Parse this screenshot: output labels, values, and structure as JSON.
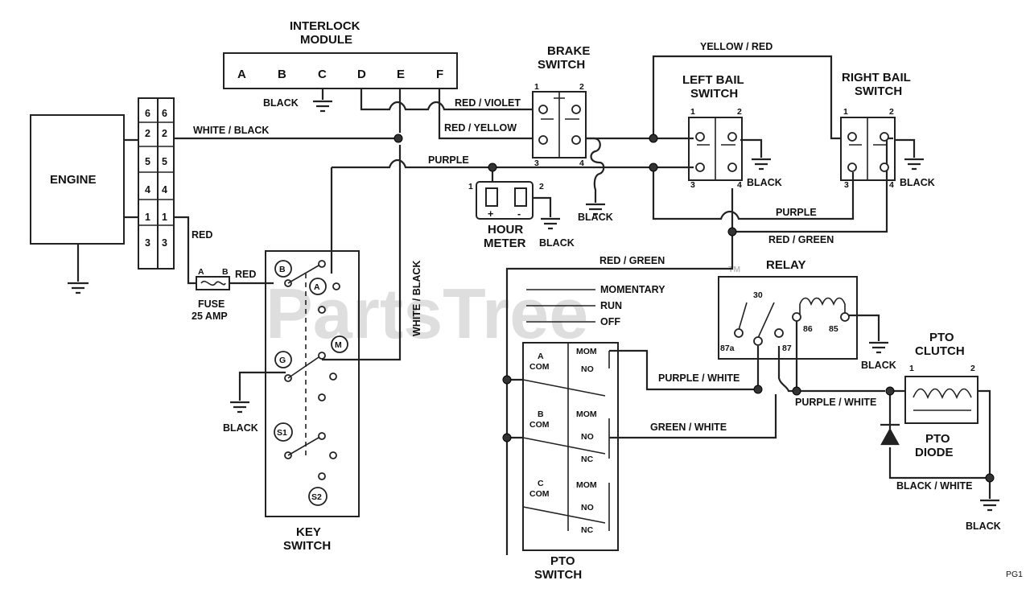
{
  "watermark": "PartsTree",
  "watermark_tm": "TM",
  "page_code": "PG1",
  "components": {
    "engine": "ENGINE",
    "interlock_line1": "INTERLOCK",
    "interlock_line2": "MODULE",
    "brake_line1": "BRAKE",
    "brake_line2": "SWITCH",
    "left_bail_line1": "LEFT BAIL",
    "left_bail_line2": "SWITCH",
    "right_bail_line1": "RIGHT BAIL",
    "right_bail_line2": "SWITCH",
    "hour_line1": "HOUR",
    "hour_line2": "METER",
    "fuse_line1": "FUSE",
    "fuse_line2": "25 AMP",
    "key_line1": "KEY",
    "key_line2": "SWITCH",
    "relay": "RELAY",
    "pto_switch_line1": "PTO",
    "pto_switch_line2": "SWITCH",
    "pto_clutch_line1": "PTO",
    "pto_clutch_line2": "CLUTCH",
    "pto_diode_line1": "PTO",
    "pto_diode_line2": "DIODE"
  },
  "interlock_terminals": [
    "A",
    "B",
    "C",
    "D",
    "E",
    "F"
  ],
  "connector_left": [
    "6",
    "2",
    "5",
    "4",
    "1",
    "3"
  ],
  "connector_right": [
    "6",
    "2",
    "5",
    "4",
    "1",
    "3"
  ],
  "wires": {
    "yellow_red": "YELLOW / RED",
    "red_violet": "RED / VIOLET",
    "red_yellow": "RED / YELLOW",
    "white_black": "WHITE / BLACK",
    "white_black_v": "WHITE / BLACK",
    "purple_top": "PURPLE",
    "purple_right": "PURPLE",
    "red_green_right": "RED / GREEN",
    "red_green_mid": "RED / GREEN",
    "red_engine": "RED",
    "red_fuse": "RED",
    "purple_white_1": "PURPLE / WHITE",
    "purple_white_2": "PURPLE / WHITE",
    "green_white": "GREEN / WHITE",
    "black_white": "BLACK / WHITE"
  },
  "grounds": {
    "interlock": "BLACK",
    "brake": "BLACK",
    "hour": "BLACK",
    "left_bail": "BLACK",
    "right_bail": "BLACK",
    "key": "BLACK",
    "relay": "BLACK",
    "clutch": "BLACK"
  },
  "pins": {
    "brake": [
      "1",
      "2",
      "3",
      "4"
    ],
    "left_bail": [
      "1",
      "2",
      "3",
      "4"
    ],
    "right_bail": [
      "1",
      "2",
      "3",
      "4"
    ],
    "hour": [
      "1",
      "2"
    ],
    "hour_polarity": [
      "+",
      "-"
    ],
    "fuse": [
      "A",
      "B"
    ],
    "relay": [
      "30",
      "87a",
      "87",
      "86",
      "85"
    ],
    "clutch": [
      "1",
      "2"
    ]
  },
  "key_positions": {
    "legend": [
      "MOMENTARY",
      "RUN",
      "OFF"
    ],
    "terminals": [
      "B",
      "A",
      "M",
      "G",
      "S1",
      "S2"
    ]
  },
  "pto_switch": {
    "a_labels": [
      "A",
      "COM"
    ],
    "b_labels": [
      "B",
      "COM"
    ],
    "c_labels": [
      "C",
      "COM"
    ],
    "contacts": [
      "MOM",
      "NO",
      "MOM",
      "NO",
      "NC",
      "MOM",
      "NO",
      "NC"
    ]
  }
}
